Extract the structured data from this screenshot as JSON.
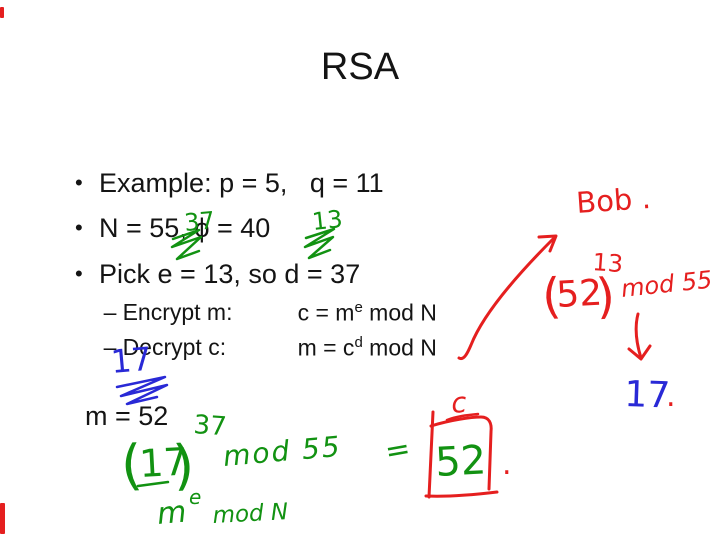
{
  "slide": {
    "title": "RSA",
    "bullet_glyph": "•",
    "dash_glyph": "–",
    "bullet1": "Example: p = 5,   q = 11",
    "bullet2": "N = 55, ϕ = 40",
    "bullet3": {
      "pre": "Pick e = ",
      "e_value": "13",
      "mid": ", so d = ",
      "d_value": "37"
    },
    "sub1": {
      "label": "Encrypt m:",
      "f_pre": "c = m",
      "f_sup": "e",
      "f_post": " mod N"
    },
    "sub2": {
      "label": "Decrypt c:",
      "f_pre": "m = c",
      "f_sup": "d",
      "f_post": " mod N"
    },
    "m_line": {
      "pre": "m = ",
      "value": "52"
    }
  },
  "ink": {
    "colors": {
      "green": "#129212",
      "blue": "#2929d6",
      "red": "#e51f1f"
    },
    "green": {
      "e_corrected": "37",
      "d_corrected": "13",
      "calc_open": "(",
      "calc_base": "17",
      "calc_close": ")",
      "calc_exp": "37",
      "calc_mod": "mod 55",
      "calc_equals": "=",
      "calc_result": "52",
      "legend_m": "m",
      "legend_sup": "e",
      "legend_mod": "mod N"
    },
    "blue": {
      "m_corrected": "17",
      "decrypt_result": "17"
    },
    "red": {
      "recipient": "Bob .",
      "cipher_open": "(",
      "cipher_base": "52",
      "cipher_close": ")",
      "cipher_exp": "13",
      "cipher_mod": "mod 55",
      "c_label": "c",
      "box_period": ".",
      "result_period": "."
    }
  }
}
